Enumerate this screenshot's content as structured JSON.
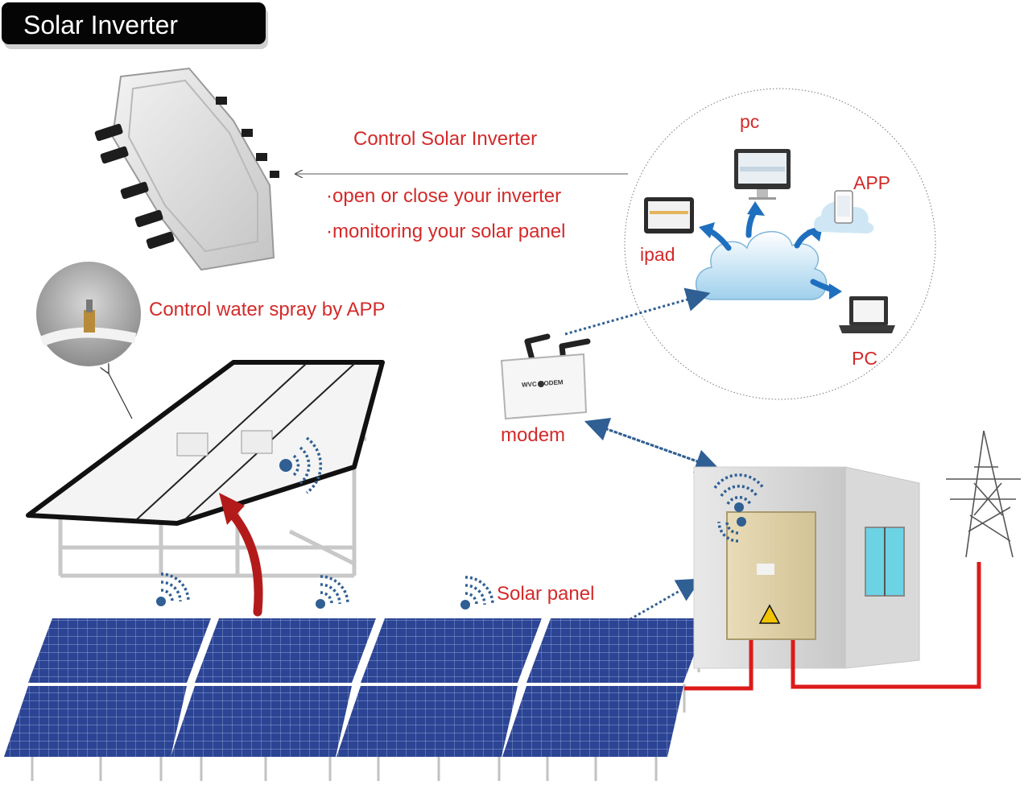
{
  "title": "Solar Inverter",
  "labels": {
    "control_inverter": "Control Solar Inverter",
    "open_close": "·open or close your inverter",
    "monitoring": "·monitoring your solar panel",
    "water_spray": "Control water spray by APP",
    "solar_panel": "Solar panel",
    "modem": "modem",
    "pc_top": "pc",
    "app": "APP",
    "ipad": "ipad",
    "pc_bottom": "PC"
  },
  "modem_brand": "WVC MODEM",
  "colors": {
    "label_red": "#d42a2a",
    "title_bg": "#050505",
    "cable_red": "#dd1a1a",
    "signal_blue": "#2f5f93",
    "arrow_blue": "#1f6fbf",
    "panel_blue": "#283f8e",
    "curve_arrow": "#b31b1b"
  },
  "icons": [
    "cloud-icon",
    "monitor-icon",
    "tablet-icon",
    "phone-icon",
    "laptop-icon",
    "router-icon",
    "wifi-signal-icon",
    "warning-icon",
    "transmission-tower-icon",
    "sprinkler-icon"
  ]
}
